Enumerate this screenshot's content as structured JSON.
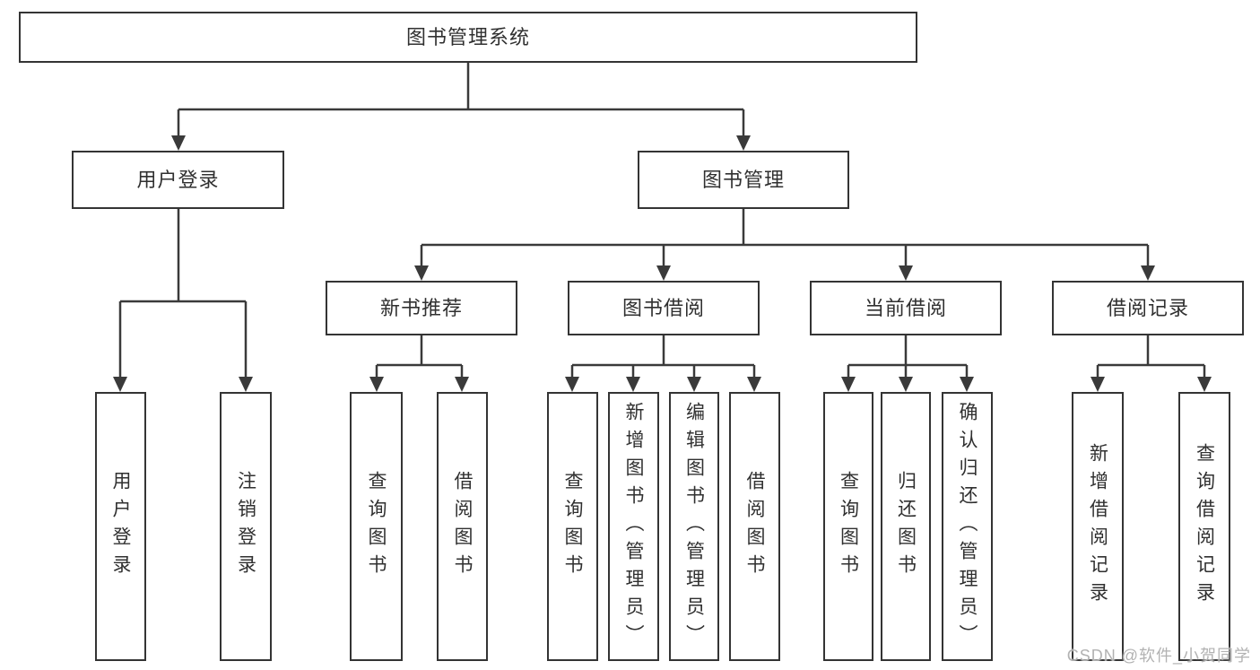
{
  "diagram": {
    "type": "hierarchy-tree",
    "watermark": "CSDN @软件_小贺同学",
    "hierarchy": {
      "label": "图书管理系统",
      "children": [
        {
          "label": "用户登录",
          "children": [
            {
              "label": "用户登录"
            },
            {
              "label": "注销登录"
            }
          ]
        },
        {
          "label": "图书管理",
          "children": [
            {
              "label": "新书推荐",
              "children": [
                {
                  "label": "查询图书"
                },
                {
                  "label": "借阅图书"
                }
              ]
            },
            {
              "label": "图书借阅",
              "children": [
                {
                  "label": "查询图书"
                },
                {
                  "label": "新增图书（管理员）"
                },
                {
                  "label": "编辑图书（管理员）"
                },
                {
                  "label": "借阅图书"
                }
              ]
            },
            {
              "label": "当前借阅",
              "children": [
                {
                  "label": "查询图书"
                },
                {
                  "label": "归还图书"
                },
                {
                  "label": "确认归还（管理员）"
                }
              ]
            },
            {
              "label": "借阅记录",
              "children": [
                {
                  "label": "新增借阅记录"
                },
                {
                  "label": "查询借阅记录"
                }
              ]
            }
          ]
        }
      ]
    }
  },
  "colors": {
    "line": "#3a3a3a",
    "box_border": "#343434",
    "text": "#303030",
    "watermark": "#b2b2b2",
    "background": "#ffffff"
  }
}
